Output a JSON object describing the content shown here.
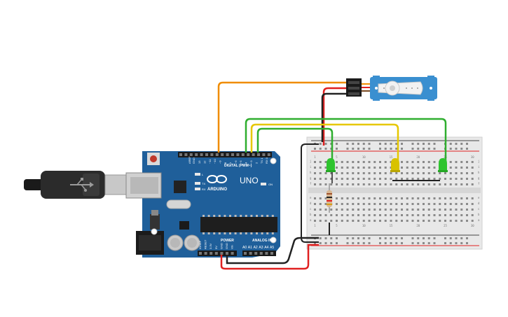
{
  "board": {
    "brand": "ARDUINO",
    "model": "UNO",
    "digital_label": "DIGITAL (PWM~)",
    "power_label": "POWER",
    "analog_label": "ANALOG IN",
    "aref_label": "AREF",
    "gnd_label": "GND",
    "on_label": "ON",
    "l_label": "L",
    "tx_label": "TX",
    "rx_label": "RX",
    "digital_pins": [
      "13",
      "12",
      "~11",
      "~10",
      "~9",
      "8",
      "7",
      "~6",
      "~5",
      "4",
      "~3",
      "2",
      "TX 1",
      "RX 0"
    ],
    "power_pins": [
      "IOREF",
      "RESET",
      "3.3V",
      "5V",
      "GND",
      "GND",
      "Vin"
    ],
    "analog_pins": [
      "A0",
      "A1",
      "A2",
      "A3",
      "A4",
      "A5"
    ]
  },
  "breadboard": {
    "col_numbers": [
      "1",
      "5",
      "10",
      "15",
      "20",
      "25",
      "30"
    ],
    "row_letters_top": [
      "j",
      "i",
      "h",
      "g",
      "f"
    ],
    "row_letters_bottom": [
      "e",
      "d",
      "c",
      "b",
      "a"
    ]
  },
  "colors": {
    "board": "#1f5f9a",
    "wire_orange": "#f08c00",
    "wire_red": "#e02020",
    "wire_black": "#222222",
    "wire_green": "#2fae2f",
    "wire_yellow": "#e6c800",
    "led_green": "#2ec42e",
    "led_yellow": "#d8c200",
    "servo": "#3a8fd0"
  }
}
